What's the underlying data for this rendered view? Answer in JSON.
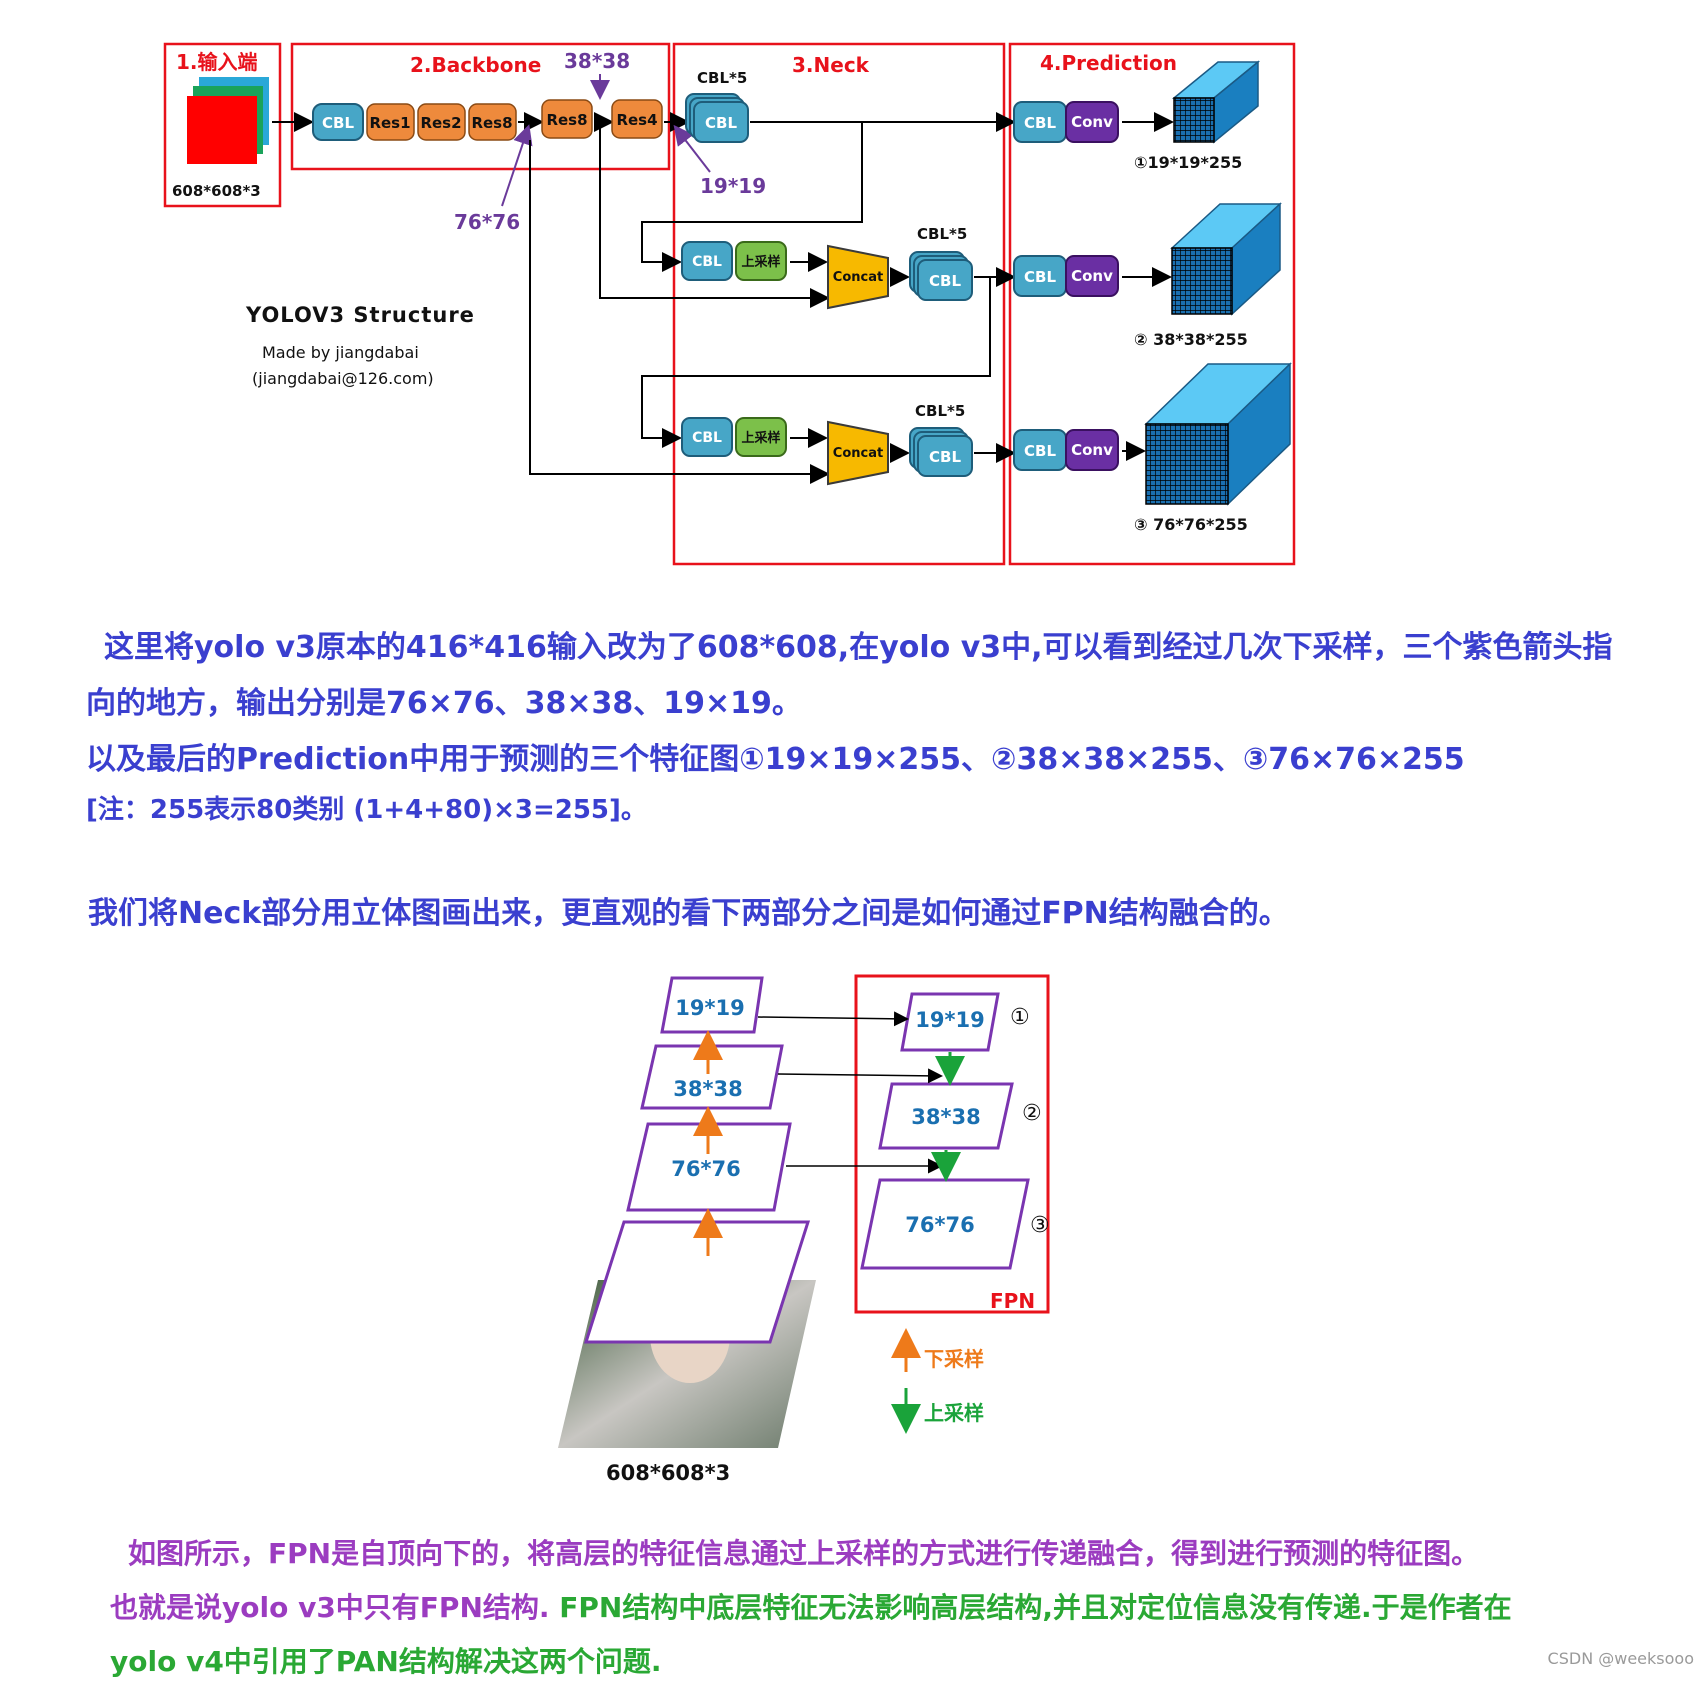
{
  "yolo": {
    "sections": {
      "input": "1.输入端",
      "backbone": "2.Backbone",
      "neck": "3.Neck",
      "prediction": "4.Prediction"
    },
    "input_size": "608*608*3",
    "blocks": {
      "cbl": "CBL",
      "res1": "Res1",
      "res2": "Res2",
      "res8": "Res8",
      "res4": "Res4",
      "upsample": "上采样",
      "concat": "Concat",
      "conv": "Conv",
      "cbl5": "CBL*5"
    },
    "scale_labels": {
      "s38": "38*38",
      "s19": "19*19",
      "s76": "76*76"
    },
    "outputs": [
      "①19*19*255",
      "② 38*38*255",
      "③ 76*76*255"
    ],
    "title": "YOLOV3 Structure",
    "author": "Made by jiangdabai",
    "email": "(jiangdabai@126.com)"
  },
  "paragraphs": {
    "p1a": "这里将yolo v3原本的416*416输入改为了608*608,在yolo v3中,可以看到经过几次下采样，三个紫色箭头指",
    "p1b": "向的地方，输出分别是76×76、38×38、19×19。",
    "p2": "以及最后的Prediction中用于预测的三个特征图①19×19×255、②38×38×255、③76×76×255",
    "p3": "[注：255表示80类别 (1+4+80)×3=255]。",
    "p4": "我们将Neck部分用立体图画出来，更直观的看下两部分之间是如何通过FPN结构融合的。",
    "p5": "如图所示，FPN是自顶向下的，将高层的特征信息通过上采样的方式进行传递融合，得到进行预测的特征图。",
    "p6a": "也就是说yolo v3中只有FPN结构.",
    "p6b": " FPN结构中底层特征无法影响高层结构,并且对定位信息没有传递.于是作者在",
    "p7": "yolo v4中引用了PAN结构解决这两个问题."
  },
  "fpn": {
    "left": [
      "19*19",
      "38*38",
      "76*76"
    ],
    "right": [
      "19*19",
      "38*38",
      "76*76"
    ],
    "markers": [
      "①",
      "②",
      "③"
    ],
    "fpn_label": "FPN",
    "input_label": "608*608*3",
    "legend_down": "下采样",
    "legend_up": "上采样"
  },
  "watermark": "CSDN @weeksooo"
}
